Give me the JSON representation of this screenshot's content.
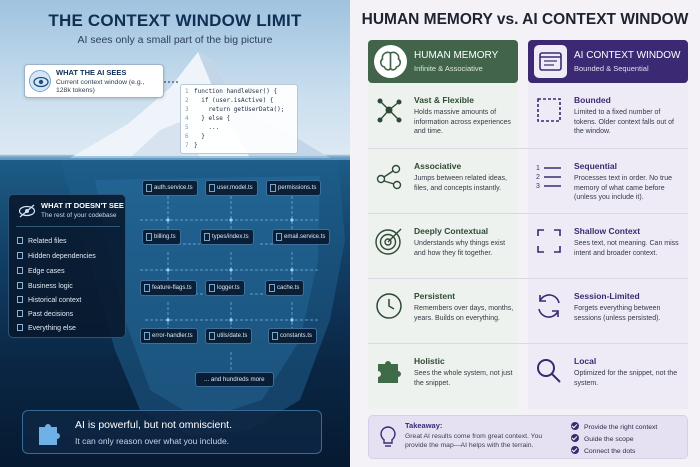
{
  "left": {
    "title": "THE CONTEXT WINDOW LIMIT",
    "subtitle": "AI sees only a small part of the big picture",
    "sees": {
      "title": "WHAT THE AI SEES",
      "desc": "Current context window (e.g., 128k tokens)"
    },
    "code": [
      {
        "n": "1",
        "t": "function handleUser() {"
      },
      {
        "n": "2",
        "t": "  if (user.isActive) {"
      },
      {
        "n": "3",
        "t": "    return getUserData();"
      },
      {
        "n": "4",
        "t": "  } else {"
      },
      {
        "n": "5",
        "t": "    ..."
      },
      {
        "n": "6",
        "t": "  }"
      },
      {
        "n": "7",
        "t": "}"
      }
    ],
    "doesnt_see": {
      "title": "WHAT IT DOESN'T SEE",
      "subtitle": "The rest of your codebase",
      "items": [
        "Related files",
        "Hidden dependencies",
        "Edge cases",
        "Business logic",
        "Historical context",
        "Past decisions",
        "Everything else"
      ]
    },
    "files": [
      "auth.service.ts",
      "user.model.ts",
      "permissions.ts",
      "billing.ts",
      "types/index.ts",
      "email.service.ts",
      "feature-flags.ts",
      "logger.ts",
      "cache.ts",
      "error-handler.ts",
      "utils/date.ts",
      "constants.ts"
    ],
    "more": "... and hundreds more",
    "footer": {
      "title": "AI is powerful, but not omniscient.",
      "subtitle": "It can only reason over what you include."
    }
  },
  "right": {
    "title": "HUMAN MEMORY vs. AI CONTEXT WINDOW",
    "human_header": {
      "title": "HUMAN MEMORY",
      "subtitle": "Infinite & Associative",
      "color": "#41644a"
    },
    "ai_header": {
      "title": "AI CONTEXT WINDOW",
      "subtitle": "Bounded & Sequential",
      "color": "#3b2a73"
    },
    "rows": [
      {
        "human": {
          "icon": "network-icon",
          "title": "Vast & Flexible",
          "desc": "Holds massive amounts of information across experiences and time."
        },
        "ai": {
          "icon": "bounded-box-icon",
          "title": "Bounded",
          "desc": "Limited to a fixed number of tokens. Older context falls out of the window."
        }
      },
      {
        "human": {
          "icon": "associative-links-icon",
          "title": "Associative",
          "desc": "Jumps between related ideas, files, and concepts instantly."
        },
        "ai": {
          "icon": "numbered-list-icon",
          "title": "Sequential",
          "desc": "Processes text in order. No true memory of what came before (unless you include it)."
        }
      },
      {
        "human": {
          "icon": "target-icon",
          "title": "Deeply Contextual",
          "desc": "Understands why things exist and how they fit together."
        },
        "ai": {
          "icon": "frame-icon",
          "title": "Shallow Context",
          "desc": "Sees text, not meaning. Can miss intent and broader context."
        }
      },
      {
        "human": {
          "icon": "clock-icon",
          "title": "Persistent",
          "desc": "Remembers over days, months, years. Builds on everything."
        },
        "ai": {
          "icon": "refresh-icon",
          "title": "Session-Limited",
          "desc": "Forgets everything between sessions (unless persisted)."
        }
      },
      {
        "human": {
          "icon": "puzzle-icon",
          "title": "Holistic",
          "desc": "Sees the whole system, not just the snippet."
        },
        "ai": {
          "icon": "magnifier-icon",
          "title": "Local",
          "desc": "Optimized for the snippet, not the system."
        }
      }
    ],
    "takeaway": {
      "title": "Takeaway:",
      "desc": "Great AI results come from great context. You provide the map—AI helps with the terrain.",
      "checks": [
        "Provide the right context",
        "Guide the scope",
        "Connect the dots"
      ]
    }
  }
}
